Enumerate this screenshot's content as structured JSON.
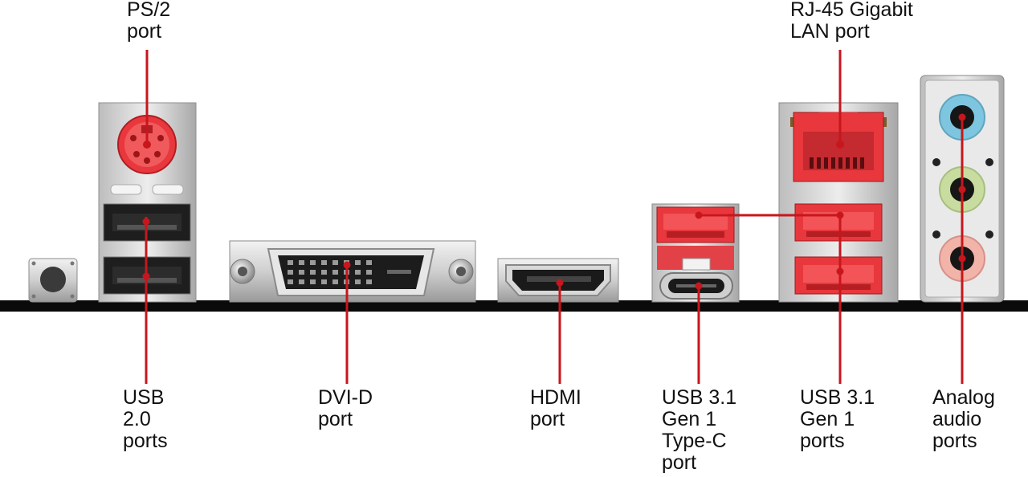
{
  "colors": {
    "leader_line": "#c8161d",
    "highlight_red": "#e8383d",
    "pcb_black": "#0a0a0a",
    "metal_light": "#d6d6d6",
    "metal_mid": "#a9a9a9",
    "audio_blue": "#7ec6df",
    "audio_green": "#c8dca0",
    "audio_pink": "#f2b3a8"
  },
  "labels": {
    "ps2": [
      "PS/2",
      "port"
    ],
    "rj45": [
      "RJ-45 Gigabit",
      "LAN port"
    ],
    "usb2": [
      "USB",
      "2.0",
      "ports"
    ],
    "dvid": [
      "DVI-D",
      "port"
    ],
    "hdmi": [
      "HDMI",
      "port"
    ],
    "usb31c": [
      "USB 3.1",
      "Gen 1",
      "Type-C",
      "port"
    ],
    "usb31": [
      "USB 3.1",
      "Gen 1",
      "ports"
    ],
    "audio": [
      "Analog",
      "audio",
      "ports"
    ]
  }
}
